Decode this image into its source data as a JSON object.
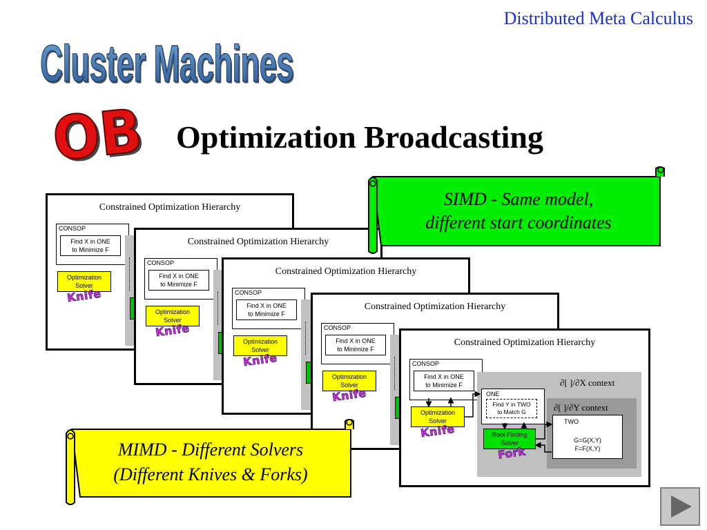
{
  "header": {
    "title": "Distributed Meta Calculus"
  },
  "wordart": {
    "cluster_machines": "Cluster Machines",
    "ob": "OB"
  },
  "main_title": "Optimization Broadcasting",
  "simd_scroll": {
    "line1": "SIMD - Same model,",
    "line2": "different start coordinates"
  },
  "mimd_scroll": {
    "line1": "MIMD - Different Solvers",
    "line2": "(Different Knives & Forks)"
  },
  "card": {
    "title": "Constrained Optimization Hierarchy",
    "consop_label": "CONSOP",
    "find_x_line1": "Find X in ONE",
    "find_x_line2": "to Minimize F",
    "opt_solver_line1": "Optimization",
    "opt_solver_line2": "Solver",
    "knife_label": "Knife",
    "context_x": "∂[ ]/∂X context",
    "context_y": "∂[ ]/∂Y context",
    "one_label": "ONE",
    "find_y_line1": "Find Y  in TWO",
    "find_y_line2": "to Match G",
    "root_solver_line1": "Root Finding",
    "root_solver_line2": "Solver",
    "fork_label": "Fork",
    "two_label": "TWO",
    "eq1": "G=G(X,Y)",
    "eq2": "F=F(X,Y)"
  },
  "colors": {
    "header_blue": "#1a2ec8",
    "wordart_blue": "#3a6fa8",
    "ob_red": "#e01010",
    "simd_green": "#00ee00",
    "mimd_yellow": "#ffff00",
    "knife_magenta": "#d12fd6",
    "solver_yellow": "#ffff00",
    "solver_green": "#00e000"
  },
  "icons": {
    "nav": "play-right-icon"
  }
}
